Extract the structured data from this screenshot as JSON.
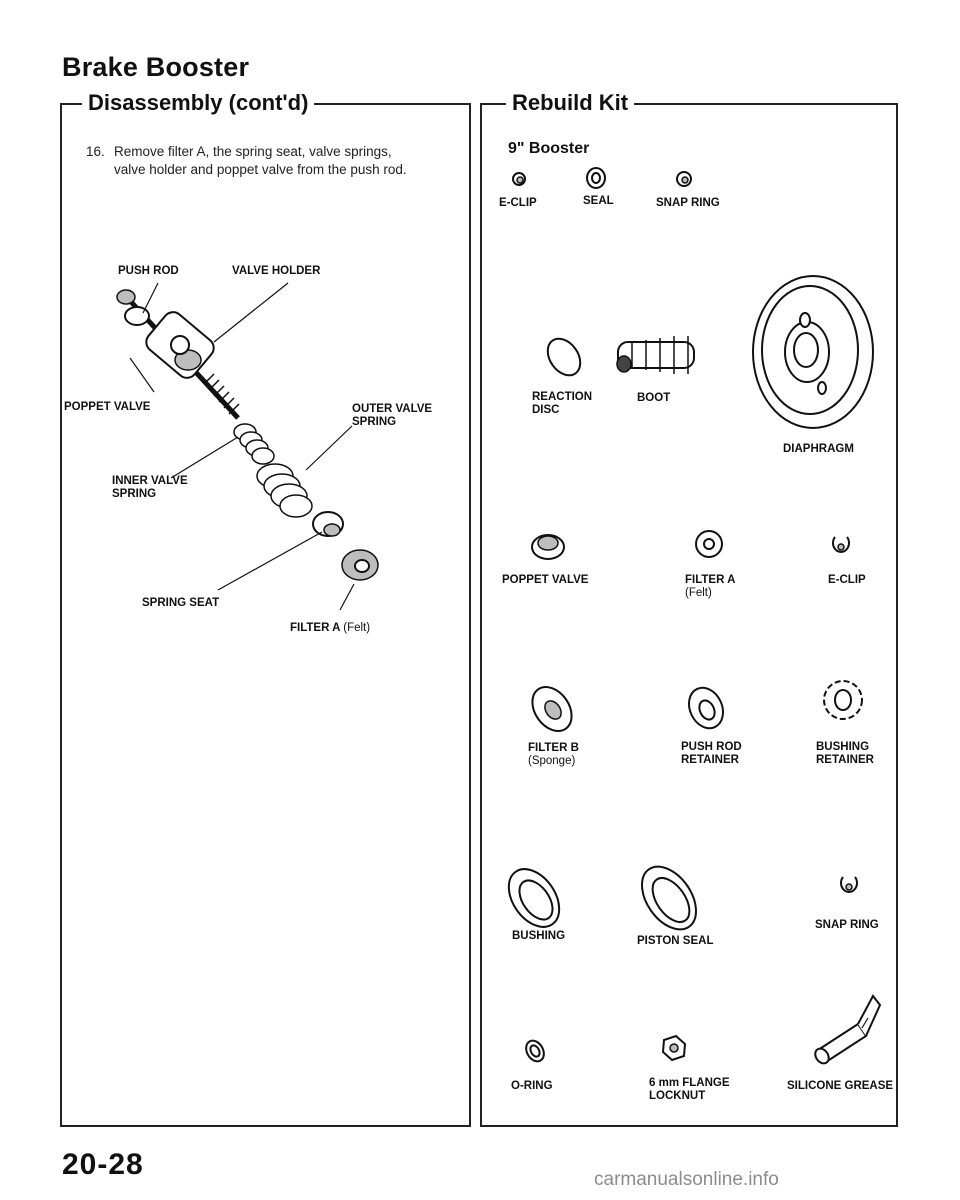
{
  "page": {
    "title": "Brake Booster",
    "number": "20-28",
    "watermark": "carmanualsonline.info"
  },
  "left_panel": {
    "heading": "Disassembly (cont'd)",
    "step": {
      "number": "16.",
      "line1": "Remove filter A, the spring seat, valve springs,",
      "line2": "valve holder and poppet valve from the push rod."
    },
    "labels": {
      "push_rod": "PUSH ROD",
      "valve_holder": "VALVE HOLDER",
      "poppet_valve": "POPPET VALVE",
      "outer_valve_spring_1": "OUTER VALVE",
      "outer_valve_spring_2": "SPRING",
      "inner_valve_spring_1": "INNER VALVE",
      "inner_valve_spring_2": "SPRING",
      "spring_seat": "SPRING SEAT",
      "filter_a": "FILTER A",
      "filter_a_note": "(Felt)"
    }
  },
  "right_panel": {
    "heading": "Rebuild Kit",
    "subheading": "9\" Booster",
    "parts": {
      "e_clip_top": "E-CLIP",
      "seal": "SEAL",
      "snap_ring_top": "SNAP RING",
      "reaction_disc_1": "REACTION",
      "reaction_disc_2": "DISC",
      "boot": "BOOT",
      "diaphragm": "DIAPHRAGM",
      "poppet_valve": "POPPET VALVE",
      "filter_a": "FILTER A",
      "filter_a_note": "(Felt)",
      "e_clip_mid": "E-CLIP",
      "filter_b": "FILTER B",
      "filter_b_note": "(Sponge)",
      "push_rod_retainer_1": "PUSH ROD",
      "push_rod_retainer_2": "RETAINER",
      "bushing_retainer_1": "BUSHING",
      "bushing_retainer_2": "RETAINER",
      "bushing": "BUSHING",
      "piston_seal": "PISTON SEAL",
      "snap_ring_bottom": "SNAP RING",
      "o_ring": "O-RING",
      "flange_locknut_1": "6 mm FLANGE",
      "flange_locknut_2": "LOCKNUT",
      "silicone_grease": "SILICONE GREASE"
    }
  }
}
